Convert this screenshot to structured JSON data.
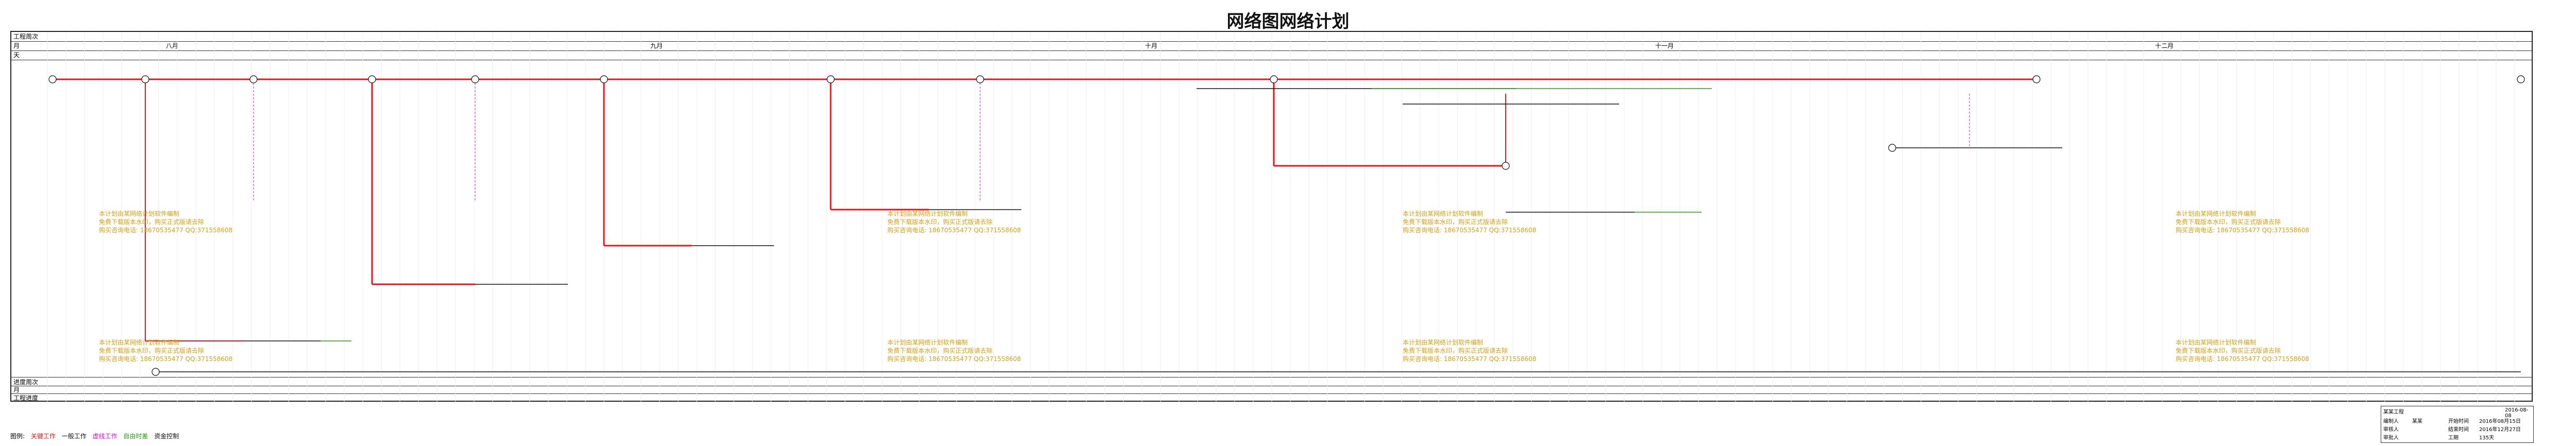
{
  "title": "网络图网络计划",
  "rows": {
    "week_label": "工程周次",
    "month_label": "月",
    "day_label": "天"
  },
  "months": [
    "八月",
    "九月",
    "十月",
    "十一月",
    "十二月"
  ],
  "bottom_rows": [
    "进度周次",
    "月",
    "工程进度"
  ],
  "legend": {
    "label": "图例:",
    "items": [
      "关键工作",
      "一般工作",
      "虚线工作",
      "自由时差",
      "资金控制"
    ]
  },
  "watermark": "本计划由某网络计划软件编制\n免费下载版本水印，购买正式版请去除\n购买咨询电话: 18670535477 QQ:371558608",
  "title_block": {
    "project": "某某工程",
    "rows": [
      [
        "编制人",
        "某某",
        "开始时间",
        "2016年08月15日"
      ],
      [
        "审核人",
        "",
        "结束时间",
        "2016年12月27日"
      ],
      [
        "审批人",
        "",
        "工期",
        "135天"
      ]
    ],
    "date": "2016-08-08"
  },
  "colors": {
    "critical": "#e0161c",
    "normal": "#111111",
    "virtual": "#d10fd1",
    "free": "#2e9b16",
    "watermark": "#d4a017"
  }
}
